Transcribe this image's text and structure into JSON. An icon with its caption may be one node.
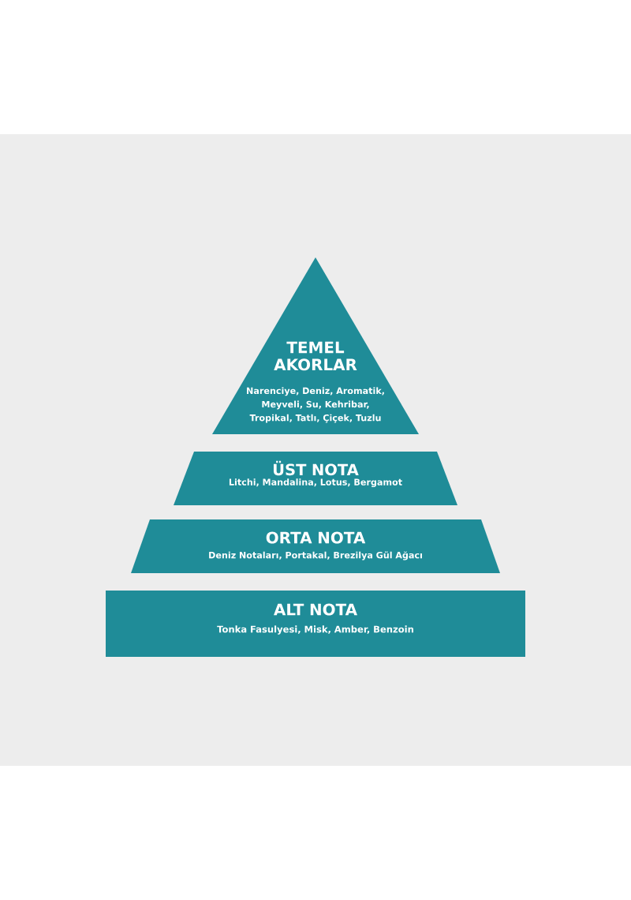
{
  "diagram": {
    "nodes": [
      {
        "text": [
          "TEMEL AKORLAR",
          "Narenciye, Deniz, Aromatik, Meyveli, Su, Kehribar, Tropikal, Tatlı, Çiçek, Tuzlu"
        ]
      },
      {
        "text": [
          "ÜST NOTA",
          "Litchi, Mandalina, Lotus, Bergamot"
        ]
      },
      {
        "text": [
          "ORTA NOTA",
          "Deniz Notaları, Portakal, Brezilya Gül Ağacı"
        ]
      },
      {
        "text": [
          "ALT NOTA",
          "Tonka Fasulyesi, Misk, Amber, Benzoin"
        ]
      }
    ]
  }
}
